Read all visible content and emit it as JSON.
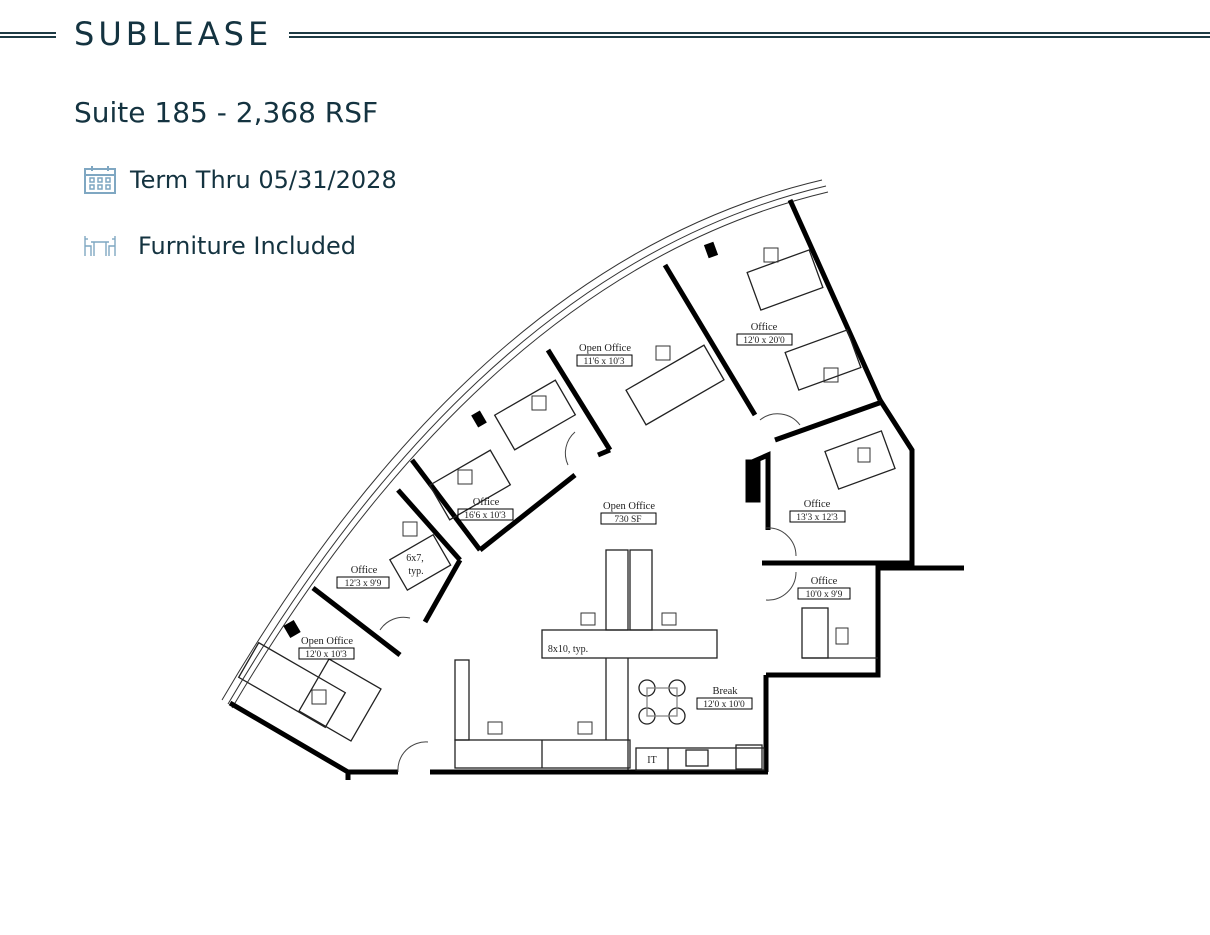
{
  "header": {
    "title": "SUBLEASE"
  },
  "suite": {
    "title": "Suite 185 - 2,368 RSF"
  },
  "features": [
    {
      "icon": "calendar-icon",
      "label": "Term Thru 05/31/2028"
    },
    {
      "icon": "furniture-icon",
      "label": "Furniture Included"
    }
  ],
  "colors": {
    "text": "#143340",
    "icon": "#7fa7c2",
    "rule": "#1d3a44"
  },
  "floorplan": {
    "rooms": [
      {
        "name": "Office",
        "size": "12'0 x 20'0"
      },
      {
        "name": "Open Office",
        "size": "11'6 x 10'3"
      },
      {
        "name": "Office",
        "size": "16'6 x 10'3"
      },
      {
        "name": "Open Office",
        "size": "730 SF"
      },
      {
        "name": "Office",
        "size": "13'3 x 12'3"
      },
      {
        "name": "Office",
        "size": "12'3 x 9'9"
      },
      {
        "name": "Office",
        "size": "10'0 x 9'9"
      },
      {
        "name": "Open Office",
        "size": "12'0 x 10'3"
      },
      {
        "name": "Break",
        "size": "12'0 x 10'0"
      }
    ],
    "notes": {
      "workstation_small_1": "6x7,",
      "workstation_small_2": "typ.",
      "workstation_large": "8x10, typ.",
      "it_room": "IT"
    }
  }
}
